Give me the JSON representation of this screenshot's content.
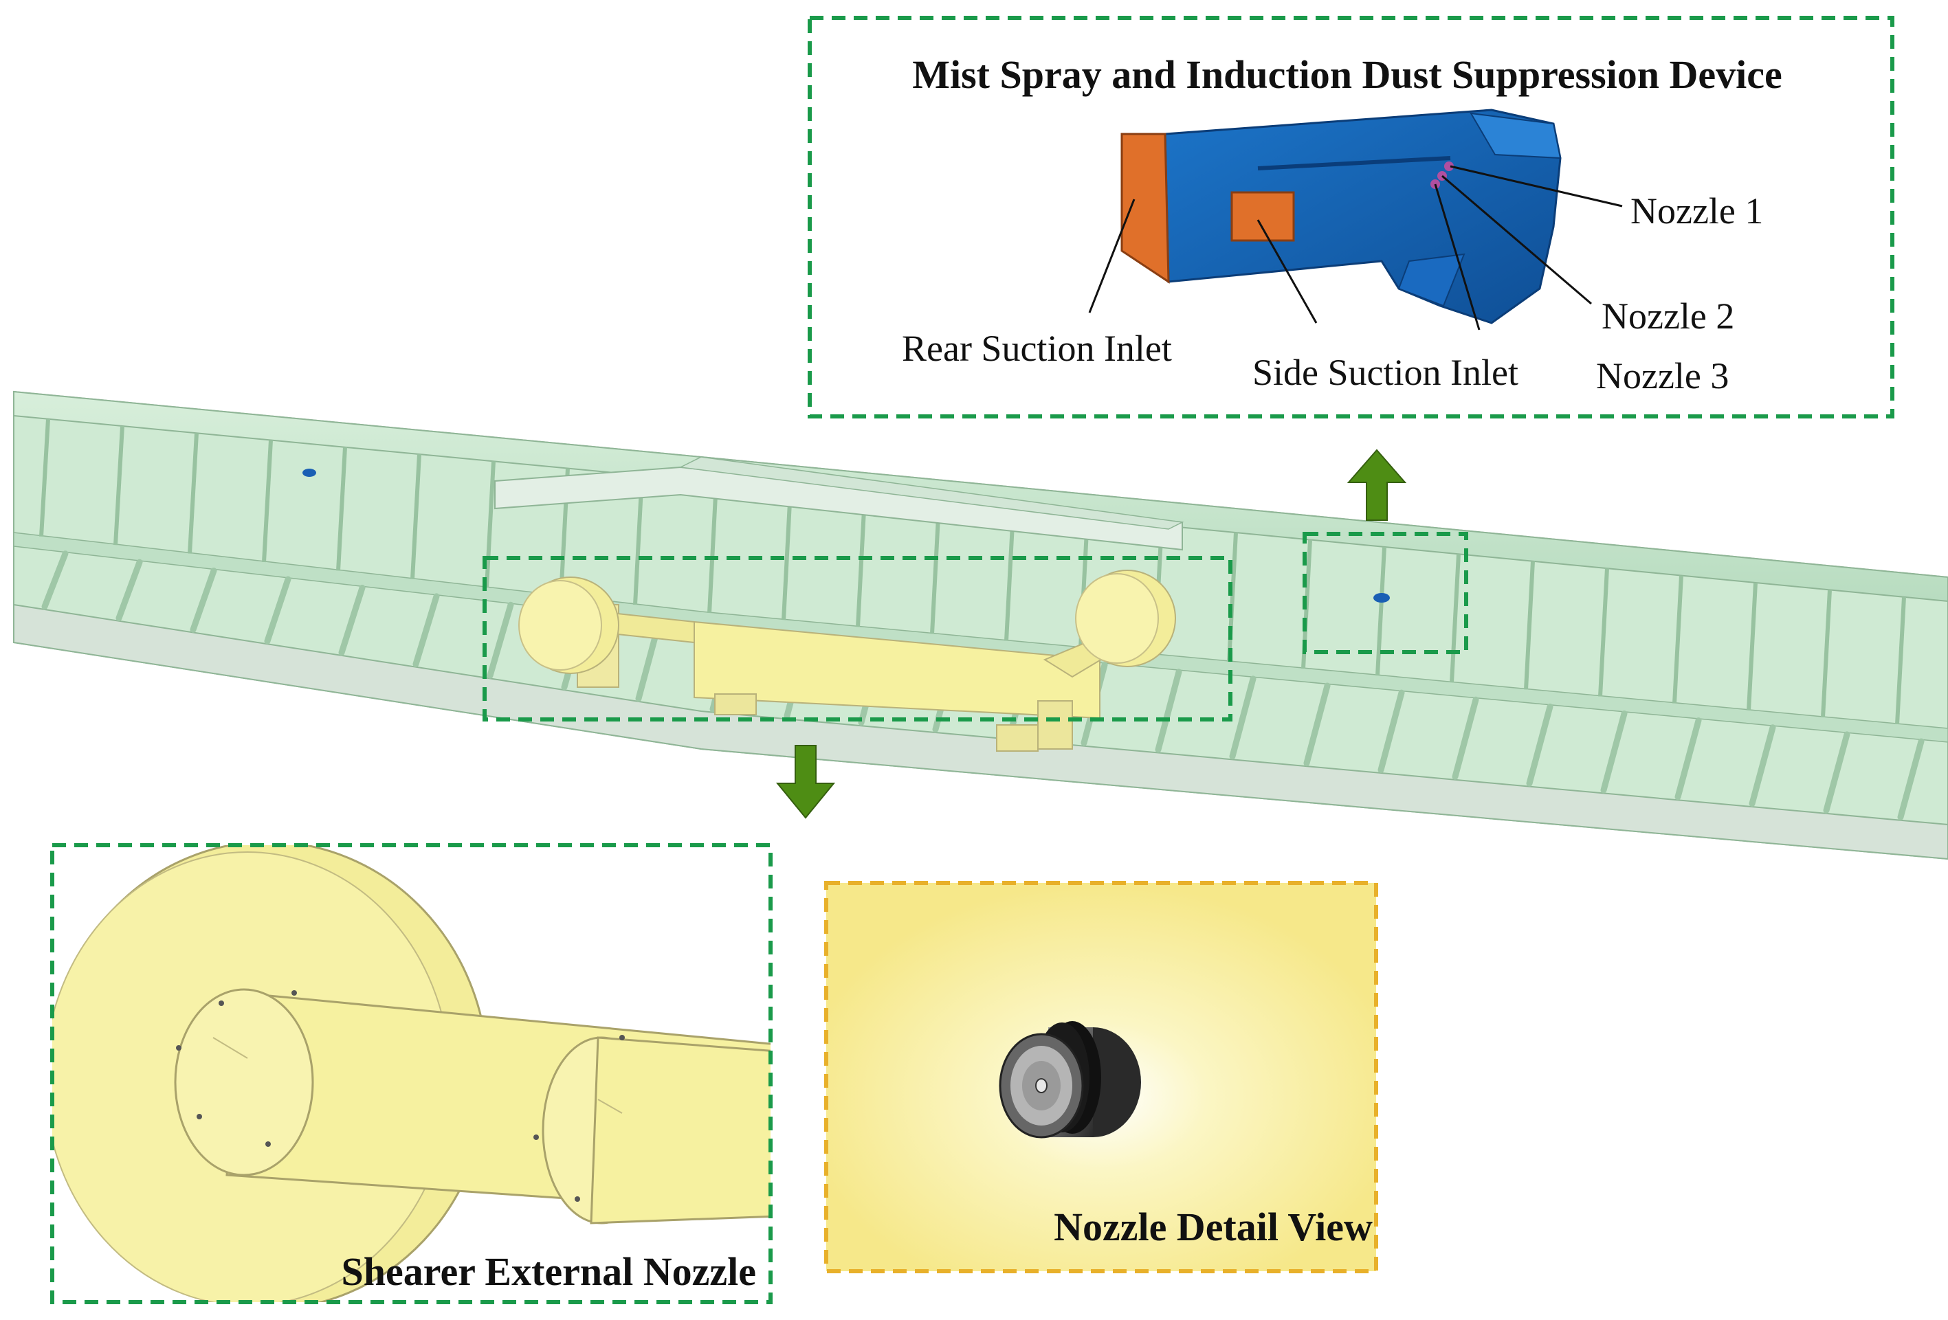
{
  "panels": {
    "device": {
      "title": "Mist Spray and Induction Dust Suppression Device",
      "labels": {
        "nozzle1": "Nozzle 1",
        "nozzle2": "Nozzle 2",
        "nozzle3": "Nozzle 3",
        "rear_inlet": "Rear Suction Inlet",
        "side_inlet": "Side Suction Inlet"
      }
    },
    "shearer": {
      "title": "Shearer External Nozzle"
    },
    "nozzle_detail": {
      "title": "Nozzle Detail View"
    }
  },
  "colors": {
    "frame_green": "#1a9a4a",
    "frame_yellow": "#e8b02a",
    "arrow_green": "#4e8d14",
    "device_blue": "#1565b5",
    "inlet_orange": "#e0702a",
    "shearer_yellow": "#f6f1a0",
    "conveyor_green": "#cfead3"
  }
}
